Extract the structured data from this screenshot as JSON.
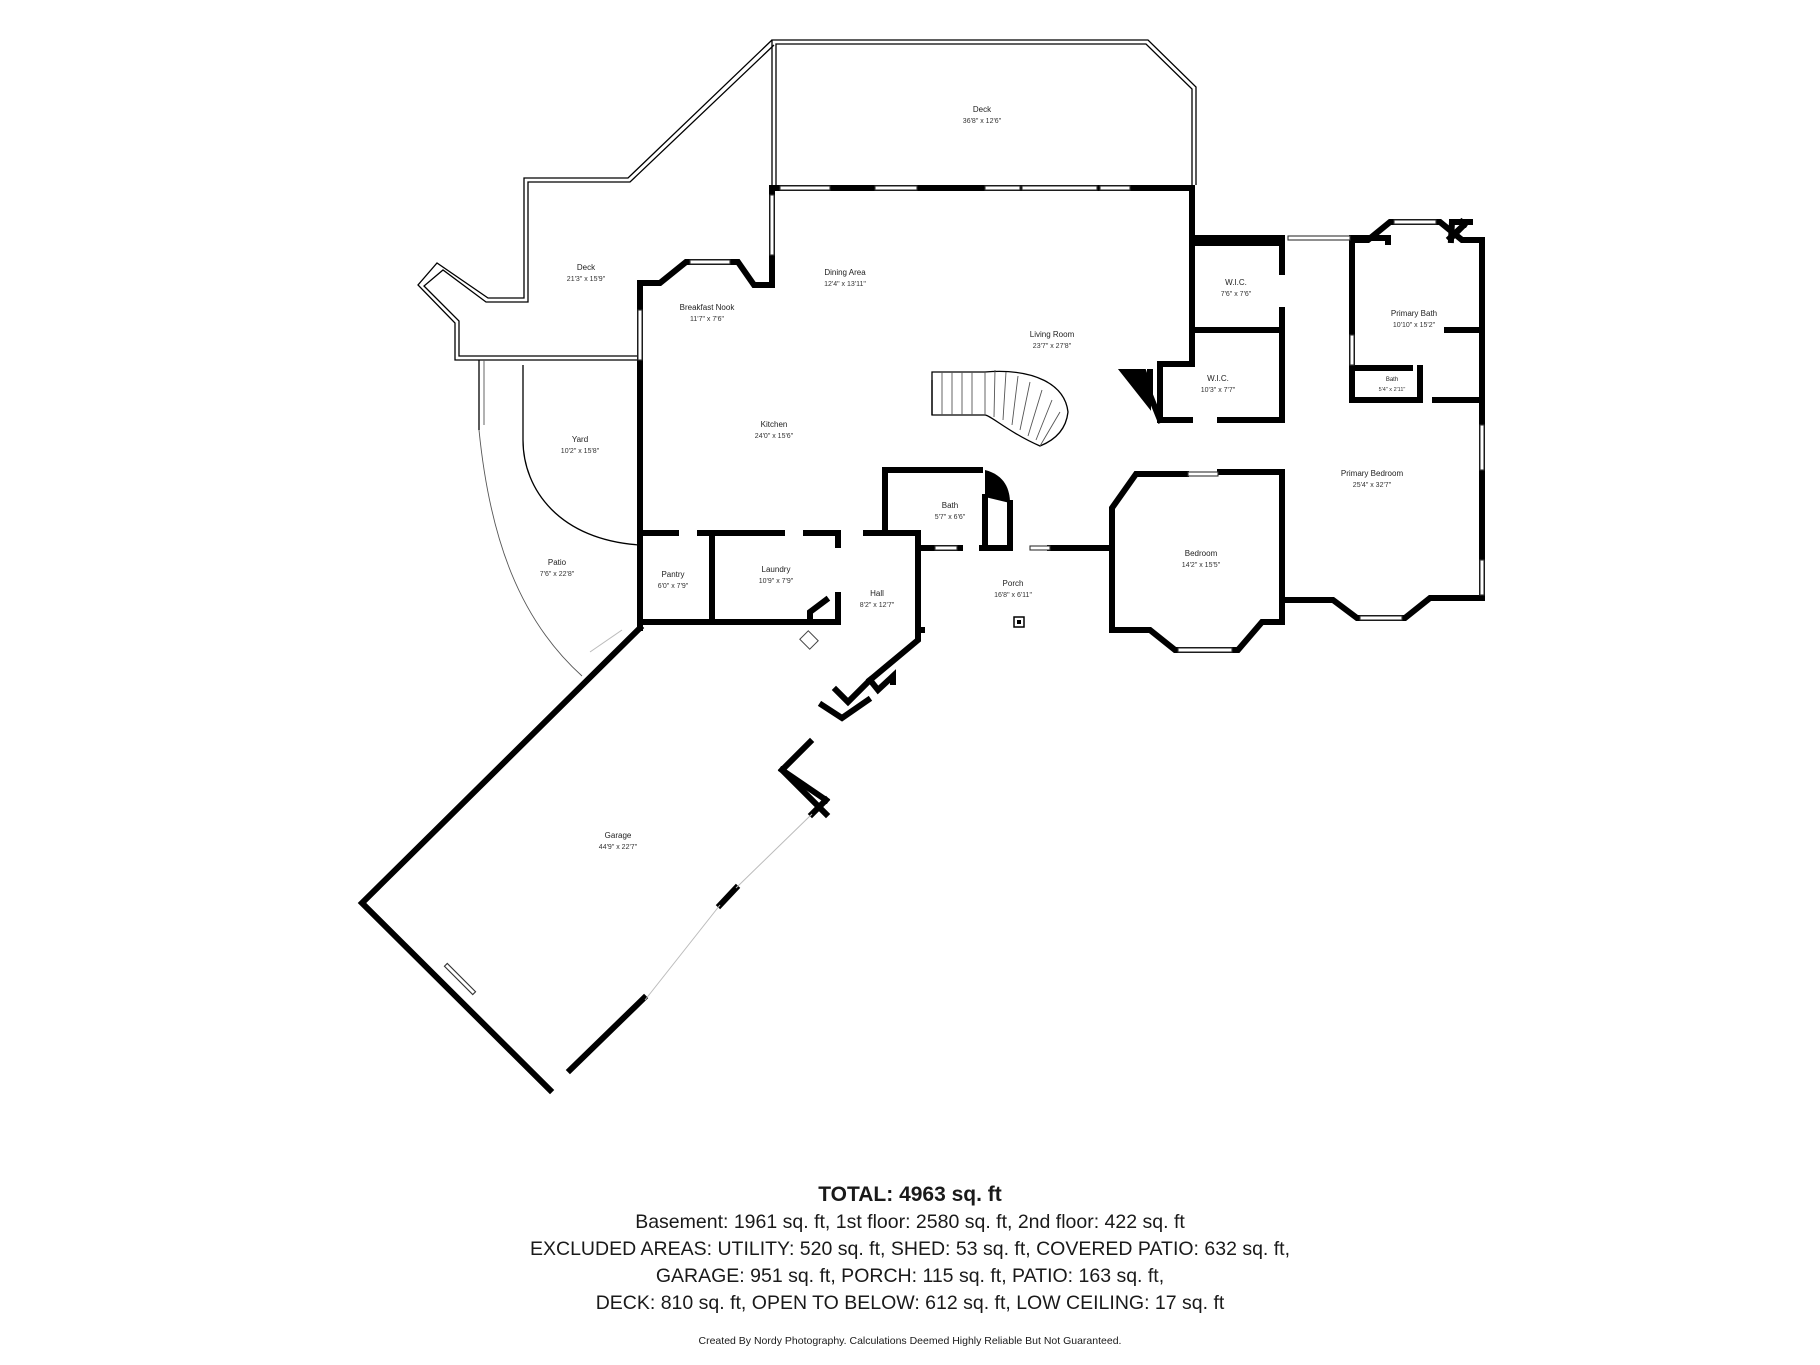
{
  "rooms": [
    {
      "id": "deck-top",
      "name": "Deck",
      "dims": "36'8\" x 12'6\""
    },
    {
      "id": "deck-left",
      "name": "Deck",
      "dims": "21'3\" x 15'9\""
    },
    {
      "id": "dining-area",
      "name": "Dining Area",
      "dims": "12'4\" x 13'11\""
    },
    {
      "id": "breakfast-nook",
      "name": "Breakfast Nook",
      "dims": "11'7\" x 7'6\""
    },
    {
      "id": "living-room",
      "name": "Living Room",
      "dims": "23'7\" x 27'8\""
    },
    {
      "id": "wic-upper",
      "name": "W.I.C.",
      "dims": "7'6\" x 7'6\""
    },
    {
      "id": "primary-bath",
      "name": "Primary Bath",
      "dims": "10'10\" x 15'2\""
    },
    {
      "id": "small-bath",
      "name": "Bath",
      "dims": "5'4\" x 2'11\""
    },
    {
      "id": "wic-lower",
      "name": "W.I.C.",
      "dims": "10'3\" x 7'7\""
    },
    {
      "id": "yard",
      "name": "Yard",
      "dims": "10'2\" x 15'8\""
    },
    {
      "id": "kitchen",
      "name": "Kitchen",
      "dims": "24'0\" x 15'6\""
    },
    {
      "id": "primary-bedroom",
      "name": "Primary Bedroom",
      "dims": "25'4\" x 32'7\""
    },
    {
      "id": "bath",
      "name": "Bath",
      "dims": "5'7\" x 6'6\""
    },
    {
      "id": "patio",
      "name": "Patio",
      "dims": "7'6\" x 22'8\""
    },
    {
      "id": "pantry",
      "name": "Pantry",
      "dims": "6'0\" x 7'9\""
    },
    {
      "id": "laundry",
      "name": "Laundry",
      "dims": "10'9\" x 7'9\""
    },
    {
      "id": "bedroom",
      "name": "Bedroom",
      "dims": "14'2\" x 15'5\""
    },
    {
      "id": "porch",
      "name": "Porch",
      "dims": "16'8\" x 6'11\""
    },
    {
      "id": "hall",
      "name": "Hall",
      "dims": "8'2\" x 12'7\""
    },
    {
      "id": "garage",
      "name": "Garage",
      "dims": "44'9\" x 22'7\""
    }
  ],
  "summary": {
    "total": "TOTAL: 4963 sq. ft",
    "line1": "Basement: 1961 sq. ft, 1st floor: 2580 sq. ft, 2nd floor: 422 sq. ft",
    "line2": "EXCLUDED AREAS: UTILITY: 520 sq. ft, SHED: 53 sq. ft, COVERED PATIO: 632 sq. ft,",
    "line3": "GARAGE: 951 sq. ft, PORCH: 115 sq. ft, PATIO: 163 sq. ft,",
    "line4": "DECK: 810 sq. ft, OPEN TO BELOW: 612 sq. ft, LOW CEILING: 17 sq. ft",
    "credit": "Created By Nordy Photography. Calculations Deemed Highly Reliable But Not Guaranteed."
  }
}
